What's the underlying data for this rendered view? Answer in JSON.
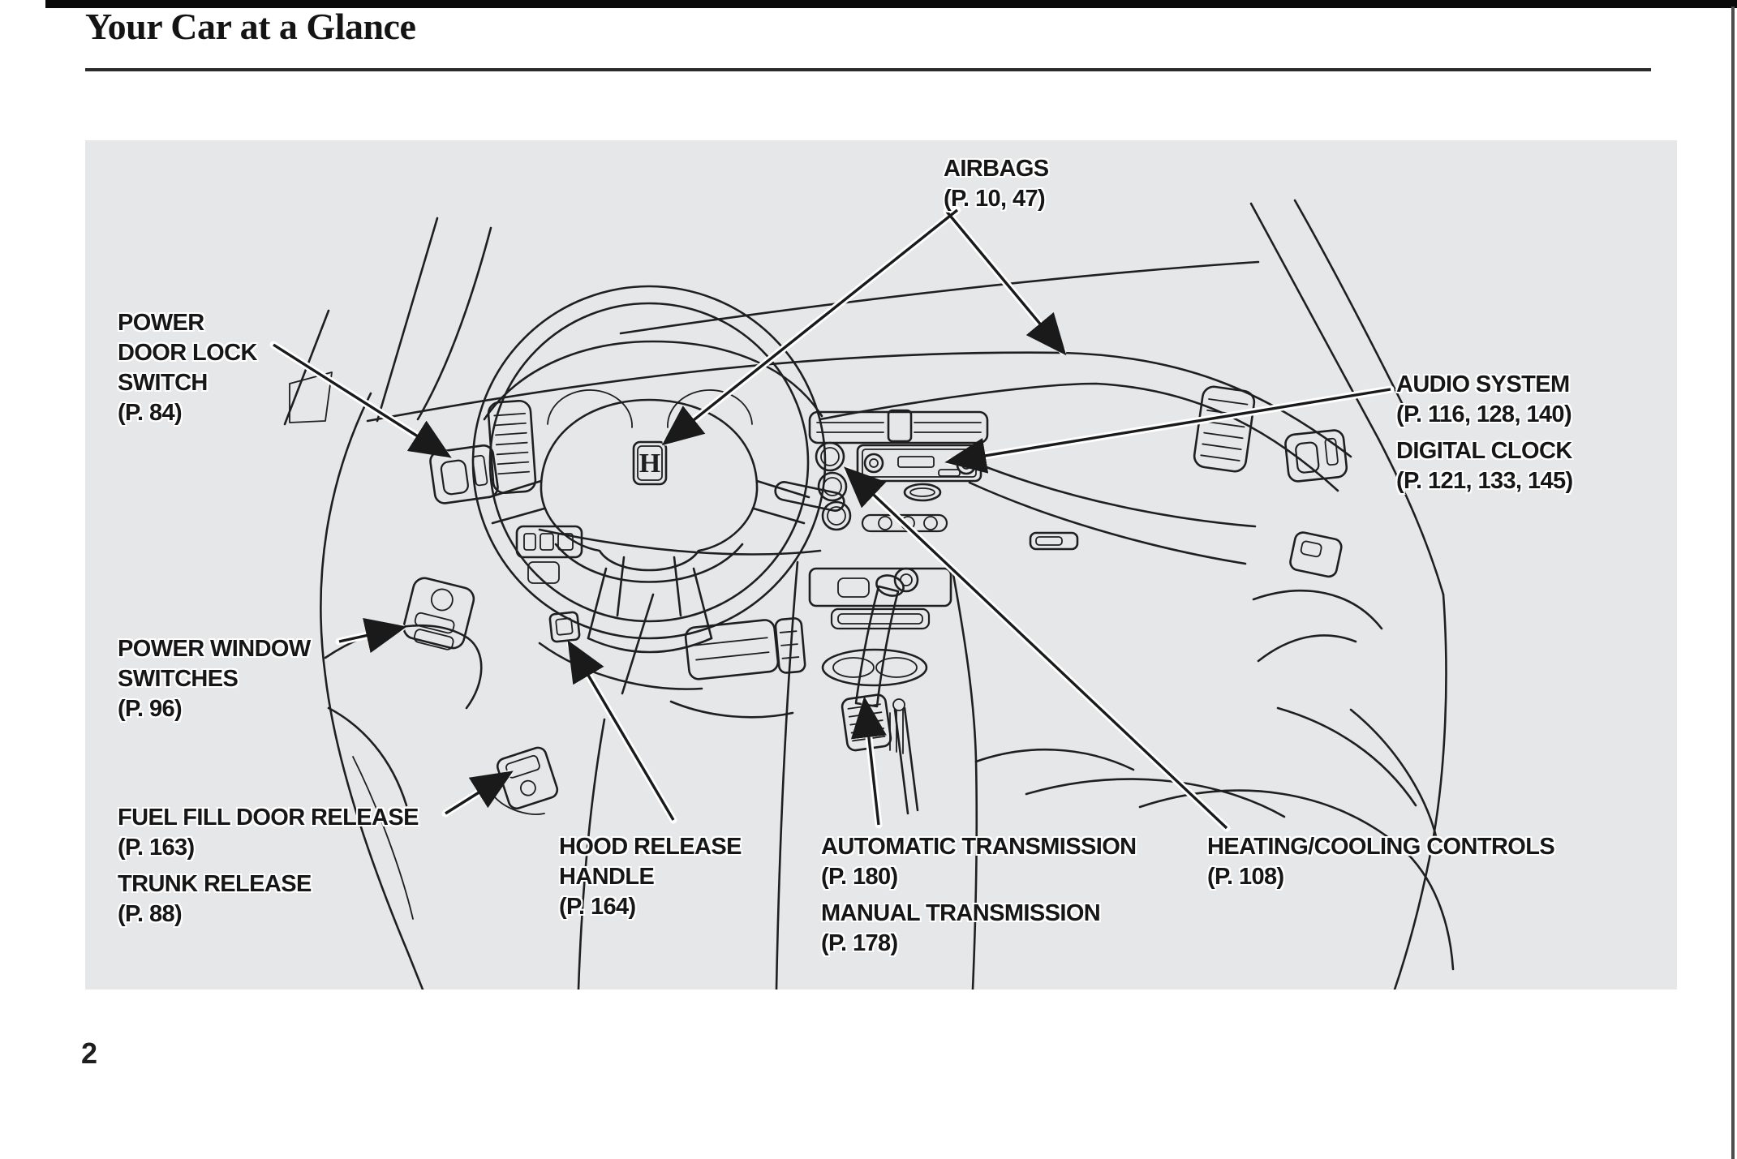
{
  "page": {
    "title": "Your Car at a Glance",
    "page_number": "2"
  },
  "diagram": {
    "description": "line illustration of car dashboard interior",
    "background_color": "#e6e7e8",
    "line_color": "#1f1f1f",
    "honda_logo": "H",
    "callouts": [
      {
        "id": "airbags",
        "lines": [
          "AIRBAGS",
          "(P. 10, 47)"
        ]
      },
      {
        "id": "power-door-lock-switch",
        "lines": [
          "POWER",
          "DOOR LOCK",
          "SWITCH",
          "(P. 84)"
        ]
      },
      {
        "id": "audio-system",
        "lines": [
          "AUDIO SYSTEM",
          "(P. 116, 128, 140)"
        ]
      },
      {
        "id": "digital-clock",
        "lines": [
          "DIGITAL CLOCK",
          "(P. 121, 133, 145)"
        ]
      },
      {
        "id": "power-window-switches",
        "lines": [
          "POWER WINDOW",
          "SWITCHES",
          "(P. 96)"
        ]
      },
      {
        "id": "fuel-fill-door-release",
        "lines": [
          "FUEL FILL DOOR RELEASE",
          "(P. 163)"
        ]
      },
      {
        "id": "trunk-release",
        "lines": [
          "TRUNK RELEASE",
          "(P. 88)"
        ]
      },
      {
        "id": "hood-release-handle",
        "lines": [
          "HOOD RELEASE",
          "HANDLE",
          "(P. 164)"
        ]
      },
      {
        "id": "automatic-transmission",
        "lines": [
          "AUTOMATIC TRANSMISSION",
          "(P. 180)"
        ]
      },
      {
        "id": "manual-transmission",
        "lines": [
          "MANUAL TRANSMISSION",
          "(P. 178)"
        ]
      },
      {
        "id": "heating-cooling-controls",
        "lines": [
          "HEATING/COOLING CONTROLS",
          "(P. 108)"
        ]
      }
    ]
  }
}
